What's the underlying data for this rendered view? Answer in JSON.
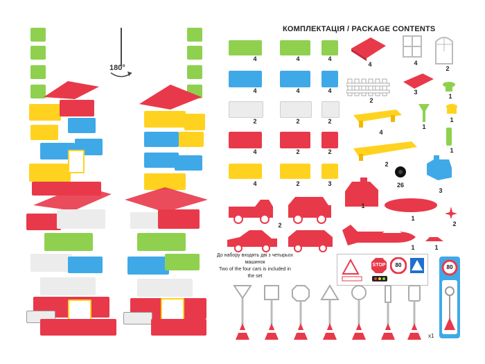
{
  "title": "КОМПЛЕКТАЦІЯ / PACKAGE CONTENTS",
  "rotation_label": "180°",
  "quantities": {
    "green_brick_large": "4",
    "green_brick_medium": "4",
    "green_brick_small": "4",
    "blue_brick_large": "4",
    "blue_brick_medium": "4",
    "blue_brick_small": "4",
    "white_brick_large": "2",
    "white_brick_medium": "2",
    "white_brick_small": "2",
    "red_brick_large": "4",
    "red_brick_medium": "2",
    "red_brick_small": "2",
    "yellow_brick_large": "4",
    "yellow_brick_medium": "2",
    "yellow_brick_small": "3",
    "roof_piece": "4",
    "window_frame": "4",
    "door": "2",
    "awning": "3",
    "cup_cap": "1",
    "fence": "2",
    "yellow_long_plate": "4",
    "yellow_plate": "2",
    "green_tube": "1",
    "yellow_cap": "1",
    "green_peg": "1",
    "wheels": "26",
    "blue_chair": "3",
    "red_cabin": "1",
    "propeller": "2",
    "car_note_count": "2",
    "plane_wing": "1",
    "plane_body": "1",
    "plane_tail": "1",
    "sign_set_count": "x1"
  },
  "cars_note": {
    "ua": "До набору входять дві з четырьох машинок",
    "en": "Two of the four cars is included in the set"
  },
  "signs": {
    "stop_text": "STOP",
    "speed_limit": "80",
    "speed_limit_tall": "80"
  },
  "colors": {
    "green": "#8fd14f",
    "blue": "#3fa9e8",
    "white": "#ececec",
    "red": "#e8394a",
    "yellow": "#ffd21f",
    "pink_red": "#ee4d5a"
  }
}
